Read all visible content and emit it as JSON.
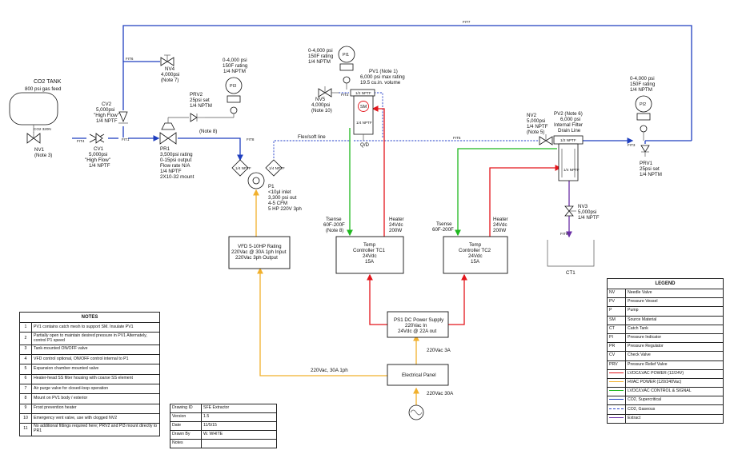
{
  "pipe_labels": {
    "top": "FIT7",
    "fit6": "FIT6",
    "fit4": "FIT4",
    "fit1": "FIT1",
    "fit8": "FIT8",
    "fit2": "FIT2",
    "fit5": "FIT5",
    "fit3": "FIT3",
    "fit9": "FIT9",
    "co2": "CO2 320N"
  },
  "co2_tank": {
    "title": "CO2 TANK",
    "sub": "800 psi gas feed"
  },
  "nv1": {
    "name": "NV1",
    "note": "(Note 3)"
  },
  "cv1": {
    "name": "CV1",
    "l1": "5,000psi",
    "l2": "\"High Flow\"",
    "l3": "1/4 NPTF"
  },
  "cv2": {
    "name": "CV2",
    "l1": "5,000psi",
    "l2": "\"High Flow\"",
    "l3": "1/4 NPTF"
  },
  "nv4": {
    "name": "NV4",
    "l1": "4,000psi",
    "l2": "(Note 7)"
  },
  "pr1": {
    "name": "PR1",
    "l1": "3,500psi rating",
    "l2": "0-15psi output",
    "l3": "Flow rate N/A",
    "l4": "1/4 NPTF",
    "l5": "2X10-32 mount"
  },
  "prv2": {
    "name": "PRV2",
    "l1": "25psi set",
    "l2": "1/4 NPTM",
    "note": "(Note 8)"
  },
  "pi3": {
    "tag": "PI3",
    "l1": "0-4,000 psi",
    "l2": "150F rating",
    "l3": "1/4 NPTM"
  },
  "pi1": {
    "tag": "PI1",
    "l1": "0-4,000 psi",
    "l2": "150F rating",
    "l3": "1/4 NPTM"
  },
  "pi2": {
    "tag": "PI2",
    "l1": "0-4,000 psi",
    "l2": "150F rating",
    "l3": "1/4 NPTM"
  },
  "p1": {
    "name": "P1",
    "l1": "<10µl inlet",
    "l2": "3,300 psi out",
    "l3": "4-5 CFM",
    "l4": "5 HP 220V 3ph",
    "npt": "1/4 NPTF"
  },
  "flex": "Flex/soft line",
  "pv1": {
    "name": "PV1 (Note 1)",
    "l1": "6,000 psi  max rating",
    "l2": "19.5 cu.in. volume",
    "top": "1/2 NPTF",
    "mid": "1/4 NPTF",
    "qd": "Q/D",
    "sm": "SM"
  },
  "nv5": {
    "name": "NV5",
    "l1": "4,000psi",
    "l2": "(Note 10)"
  },
  "nv2": {
    "name": "NV2",
    "l1": "5,000psi",
    "l2": "1/4 NPTF",
    "l3": "(Note 5)"
  },
  "pv2": {
    "name": "PV2 (Note 6)",
    "l1": "6,000 psi",
    "l2": "Internal Filter",
    "l3": "Drain Line",
    "top": "1/2 NPTF",
    "mid": "1/4 NPTF"
  },
  "prv1": {
    "name": "PRV1",
    "l1": "25psi set",
    "l2": "1/4 NPTM"
  },
  "nv3": {
    "name": "NV3",
    "l1": "5,000psi",
    "l2": "1/4 NPTF"
  },
  "ct1": "CT1",
  "vfd": {
    "l1": "VFD 5-10HP Rating",
    "l2": "220Vac @ 30A 1ph Input",
    "l3": "220Vac 3ph Output"
  },
  "tc1": {
    "l1": "Temp",
    "l2": "Controller TC1",
    "l3": "24Vdc",
    "l4": "15A"
  },
  "tc2": {
    "l1": "Temp",
    "l2": "Controller TC2",
    "l3": "24Vdc",
    "l4": "15A"
  },
  "tsense1": {
    "l1": "Tsense",
    "l2": "60F-200F",
    "l3": "(Note 8)"
  },
  "tsense2": {
    "l1": "Tsense",
    "l2": "60F-200F"
  },
  "heater1": {
    "l1": "Heater",
    "l2": "24Vdc",
    "l3": "200W"
  },
  "heater2": {
    "l1": "Heater",
    "l2": "24Vdc",
    "l3": "200W"
  },
  "ps1": {
    "l1": "PS1 DC Power Supply",
    "l2": "220Vac In",
    "l3": "24Vdc @ 22A out"
  },
  "panel": "Electrical Panel",
  "pwr": {
    "vac3a": "220Vac 3A",
    "vac30a": "220Vac 30A",
    "vac1ph": "220Vac, 30A 1ph"
  },
  "notes": {
    "title": "NOTES",
    "rows": [
      {
        "n": "1",
        "t": "PV1 contains catch mesh to support SM. Insulate PV1"
      },
      {
        "n": "2",
        "t": "Partially open to maintain desired pressure in  PV1 Alternately, control P1 speed"
      },
      {
        "n": "3",
        "t": "Tank-mounted ON/OFF valve"
      },
      {
        "n": "4",
        "t": "VFD control optional, ON/OFF control internal to P1"
      },
      {
        "n": "5",
        "t": "Expansion chamber-mounted valve"
      },
      {
        "n": "6",
        "t": "Heater-head SS filter housing with coarse SS element"
      },
      {
        "n": "7",
        "t": "Air purge valve for closed-loop operation"
      },
      {
        "n": "8",
        "t": "Mount on PV1 body / exterior"
      },
      {
        "n": "9",
        "t": "Frost prevention heater"
      },
      {
        "n": "10",
        "t": "Emergency vent valve, use with clogged  NV2"
      },
      {
        "n": "11",
        "t": "No additional fittings required here;  PRV2 and PI3 mount directly to PR1"
      }
    ]
  },
  "drawing": {
    "rows": [
      {
        "k": "Drawing ID",
        "v": "SFE Extractor"
      },
      {
        "k": "Version",
        "v": "1.5"
      },
      {
        "k": "Date",
        "v": "11/5/15"
      },
      {
        "k": "Drawn By",
        "v": "W. WHITE"
      },
      {
        "k": "Notes",
        "v": ""
      }
    ]
  },
  "legend": {
    "title": "LEGEND",
    "rows": [
      {
        "k": "NV",
        "v": "Needle Valve"
      },
      {
        "k": "PV",
        "v": "Pressure Vessel"
      },
      {
        "k": "P",
        "v": "Pump"
      },
      {
        "k": "SM",
        "v": "Source Material"
      },
      {
        "k": "CT",
        "v": "Catch Tank"
      },
      {
        "k": "PI",
        "v": "Pressure Indicator"
      },
      {
        "k": "PR",
        "v": "Pressure Regulator"
      },
      {
        "k": "CV",
        "v": "Check Valve"
      },
      {
        "k": "PRV",
        "v": "Pressure Relief Valve"
      }
    ],
    "lines": [
      {
        "label": "LVDC/LVAC POWER (12/24V)",
        "color": "#e3151b",
        "style": "solid"
      },
      {
        "label": "HVAC POWER (120/240Vac)",
        "color": "#f1b02c",
        "style": "solid"
      },
      {
        "label": "LVDC/LVAC CONTROL & SIGNAL",
        "color": "#1fb81f",
        "style": "solid"
      },
      {
        "label": "CO2, Supercritical",
        "color": "#1f3fbf",
        "style": "solid"
      },
      {
        "label": "CO2, Gaseous",
        "color": "#2540c8",
        "style": "dashed"
      },
      {
        "label": "Extract",
        "color": "#6b2fa6",
        "style": "solid"
      }
    ]
  }
}
